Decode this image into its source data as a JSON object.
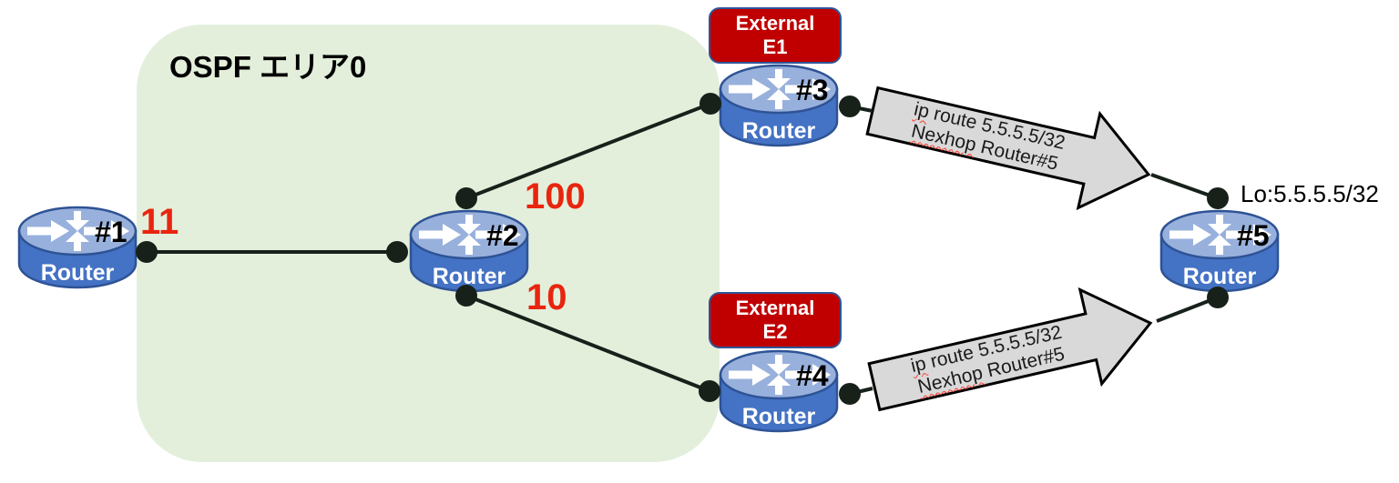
{
  "ospf_area": {
    "label": "OSPF エリア0"
  },
  "routers": {
    "r1": {
      "number": "#1",
      "label": "Router"
    },
    "r2": {
      "number": "#2",
      "label": "Router"
    },
    "r3": {
      "number": "#3",
      "label": "Router"
    },
    "r4": {
      "number": "#4",
      "label": "Router"
    },
    "r5": {
      "number": "#5",
      "label": "Router"
    }
  },
  "badges": {
    "e1": {
      "line1": "External",
      "line2": "E1"
    },
    "e2": {
      "line1": "External",
      "line2": "E2"
    }
  },
  "costs": {
    "r1_r2": "11",
    "r2_r3": "100",
    "r2_r4": "10"
  },
  "route_arrows": {
    "a1": {
      "line1_word": "ip",
      "line1_rest": " route 5.5.5.5/32",
      "line2_word": "Nexhop",
      "line2_rest": " Router#5"
    },
    "a2": {
      "line1_word": "ip",
      "line1_rest": " route 5.5.5.5/32",
      "line2_word": "Nexhop",
      "line2_rest": " Router#5"
    }
  },
  "loopback_label": "Lo:5.5.5.5/32",
  "colors": {
    "area_bg": "#e3efdb",
    "router_body": "#4472c4",
    "router_top": "#98b0dc",
    "router_border": "#2e5395",
    "badge_bg": "#c00000",
    "badge_border": "#2f5597",
    "cost_red": "#e8250f",
    "arrow_fill": "#d9d9d9",
    "arrow_border": "#000000",
    "link_color": "#17211a"
  }
}
